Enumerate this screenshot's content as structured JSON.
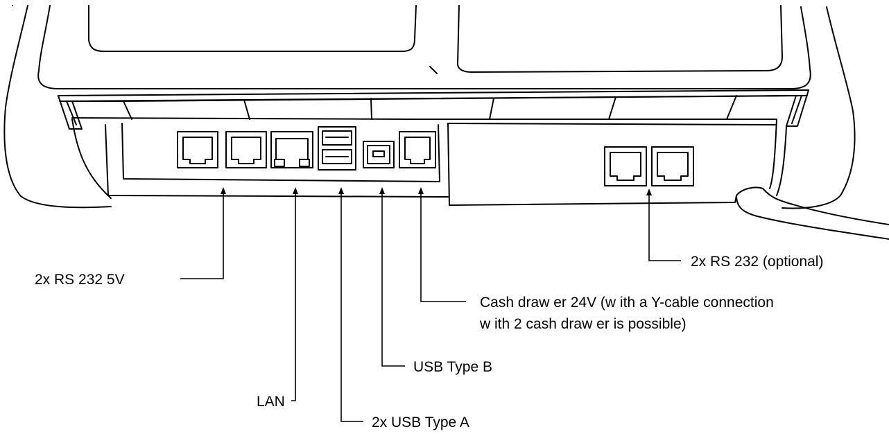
{
  "labels": {
    "rs232_5v": "2x RS 232  5V",
    "lan": "LAN",
    "usb_a": "2x USB  Type A",
    "usb_b": "USB  Type B",
    "cash_drawer_line1": "Cash  draw er 24V (w ith a  Y-cable connection",
    "cash_drawer_line2": "w ith 2  cash draw er is possible)",
    "rs232_optional": "2x RS 232  (optional)"
  },
  "colors": {
    "line": "#000000",
    "background": "#ffffff"
  }
}
